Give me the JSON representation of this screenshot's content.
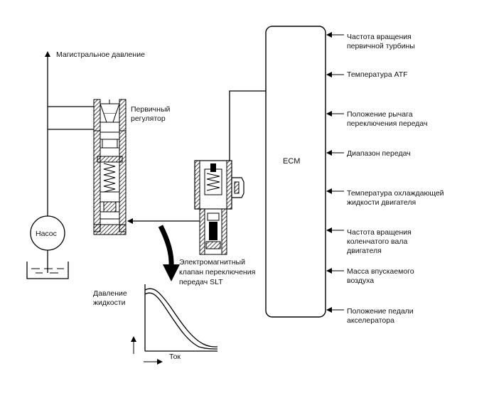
{
  "ecm": {
    "label": "ECM",
    "inputs": [
      {
        "line1": "Частота вращения",
        "line2": "первичной турбины"
      },
      {
        "line1": "Температура ATF",
        "line2": ""
      },
      {
        "line1": "Положение рычага",
        "line2": "переключения передач"
      },
      {
        "line1": "Диапазон передач",
        "line2": ""
      },
      {
        "line1": "Температура охлаждающей",
        "line2": "жидкости двигателя"
      },
      {
        "line1": "Частота вращения",
        "line2": "коленчатого вала",
        "line3": "двигателя"
      },
      {
        "line1": "Масса впускаемого",
        "line2": "воздуха"
      },
      {
        "line1": "Положение педали",
        "line2": "акселератора"
      }
    ]
  },
  "line_pressure_label": "Магистральное давление",
  "primary_regulator": {
    "line1": "Первичный",
    "line2": "регулятор"
  },
  "pump_label": "Насос",
  "solenoid": {
    "line1": "Электромагнитный",
    "line2": "клапан переключения",
    "line3": "передач SLT"
  },
  "graph": {
    "ylabel_line1": "Давление",
    "ylabel_line2": "жидкости",
    "xlabel": "Ток"
  }
}
